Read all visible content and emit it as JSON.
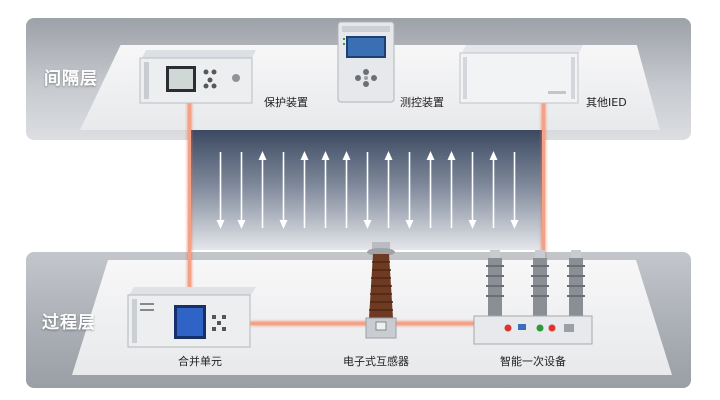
{
  "layers": {
    "bay_level": "间隔层",
    "process_level": "过程层"
  },
  "devices": {
    "protection": "保护装置",
    "measure_control": "测控装置",
    "other_ied": "其他IED",
    "merging_unit": "合并单元",
    "electronic_transformer": "电子式互感器",
    "smart_primary": "智能一次设备"
  },
  "bus": {
    "arrow_directions": [
      "down",
      "down",
      "up",
      "down",
      "up",
      "up",
      "up",
      "down",
      "up",
      "down",
      "up",
      "up",
      "down",
      "up",
      "down"
    ]
  },
  "colors": {
    "fiber": "#f3a187",
    "bus_dark": "#3b4961",
    "band": "#b4b8be"
  }
}
